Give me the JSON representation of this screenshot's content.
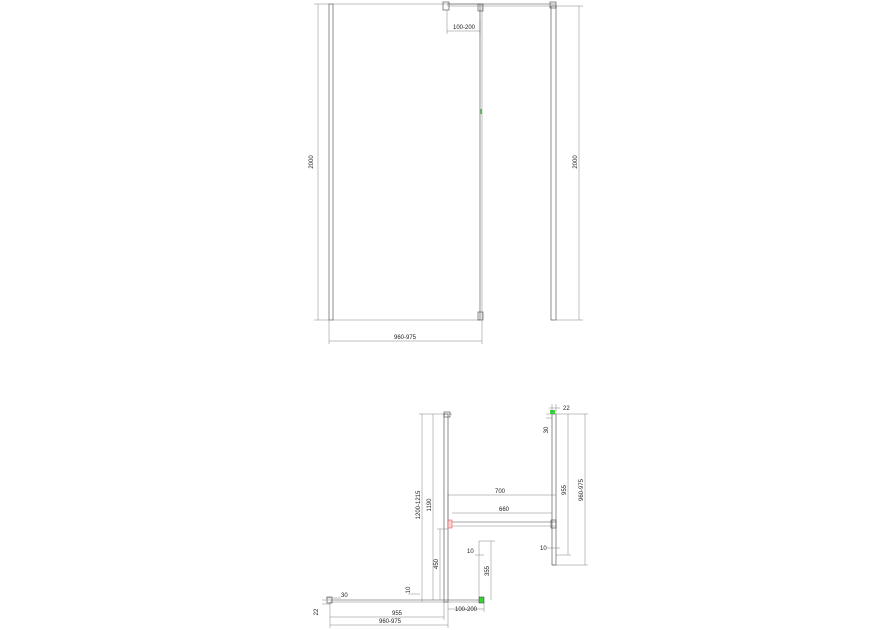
{
  "drawing": {
    "elevation": {
      "height_left": "2000",
      "height_right": "2000",
      "width_bottom": "960-975",
      "adjust_top": "100-200"
    },
    "plan": {
      "dim_22_top": "22",
      "dim_30_top": "30",
      "dim_955_right": "955",
      "dim_960_975_right": "960-975",
      "dim_1200_1215": "1200-1215",
      "dim_1190": "1190",
      "dim_700": "700",
      "dim_660": "660",
      "dim_450": "450",
      "dim_10_mid": "10",
      "dim_355": "355",
      "dim_10_right": "10",
      "dim_10_bottom": "10",
      "dim_30_left": "30",
      "dim_22_left": "22",
      "dim_955_bottom": "955",
      "dim_100_200_bottom": "100-200",
      "dim_960_975_bottom": "960-975"
    }
  }
}
